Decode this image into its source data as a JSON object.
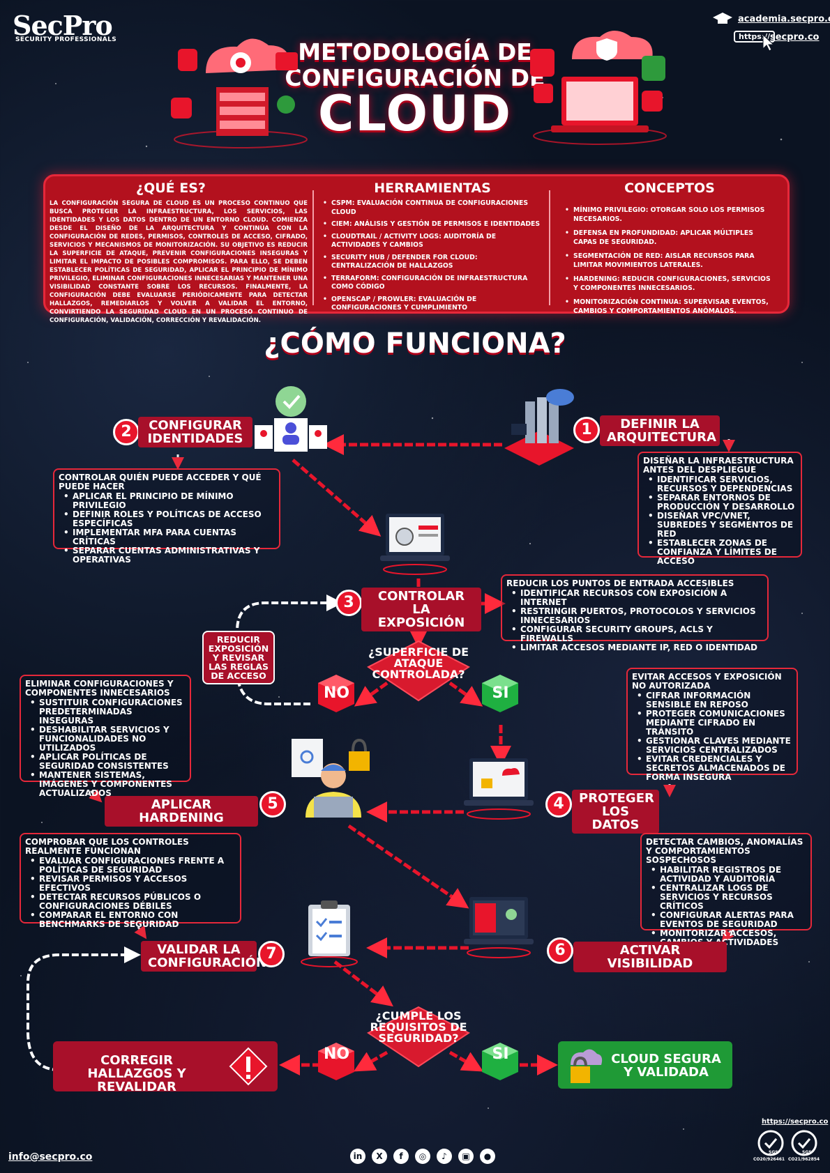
{
  "brand": {
    "logo": "SecPro",
    "tagline": "SECURITY PROFESSIONALS",
    "academy_url": "academia.secpro.co",
    "https_label": "https://",
    "site_url": "secpro.co"
  },
  "title": {
    "line1": "METODOLOGÍA DE",
    "line2": "CONFIGURACIÓN DE",
    "line3": "CLOUD"
  },
  "info": {
    "que_es": {
      "heading": "¿QUÉ ES?",
      "text": "LA CONFIGURACIÓN SEGURA DE CLOUD ES UN PROCESO CONTINUO QUE BUSCA PROTEGER LA INFRAESTRUCTURA, LOS SERVICIOS, LAS IDENTIDADES Y LOS DATOS DENTRO DE UN ENTORNO CLOUD. COMIENZA DESDE EL DISEÑO DE LA ARQUITECTURA Y CONTINÚA CON LA CONFIGURACIÓN DE REDES, PERMISOS, CONTROLES DE ACCESO, CIFRADO, SERVICIOS Y MECANISMOS DE MONITORIZACIÓN. SU OBJETIVO ES REDUCIR LA SUPERFICIE DE ATAQUE, PREVENIR CONFIGURACIONES INSEGURAS Y LIMITAR EL IMPACTO DE POSIBLES COMPROMISOS. PARA ELLO, SE DEBEN ESTABLECER POLÍTICAS DE SEGURIDAD, APLICAR EL PRINCIPIO DE MÍNIMO PRIVILEGIO, ELIMINAR CONFIGURACIONES INNECESARIAS Y MANTENER UNA VISIBILIDAD CONSTANTE SOBRE LOS RECURSOS. FINALMENTE, LA CONFIGURACIÓN DEBE EVALUARSE PERIÓDICAMENTE PARA DETECTAR HALLAZGOS, REMEDIARLOS Y VOLVER A VALIDAR EL ENTORNO, CONVIRTIENDO LA SEGURIDAD CLOUD EN UN PROCESO CONTINUO DE CONFIGURACIÓN, VALIDACIÓN, CORRECCIÓN Y REVALIDACIÓN."
    },
    "herramientas": {
      "heading": "HERRAMIENTAS",
      "items": [
        "CSPM: EVALUACIÓN CONTINUA DE CONFIGURACIONES CLOUD",
        "CIEM: ANÁLISIS Y GESTIÓN DE PERMISOS E IDENTIDADES",
        "CLOUDTRAIL / ACTIVITY LOGS: AUDITORÍA DE ACTIVIDADES Y CAMBIOS",
        "SECURITY HUB / DEFENDER FOR CLOUD: CENTRALIZACIÓN DE HALLAZGOS",
        "TERRAFORM: CONFIGURACIÓN DE INFRAESTRUCTURA COMO CÓDIGO",
        "OPENSCAP / PROWLER: EVALUACIÓN DE CONFIGURACIONES Y CUMPLIMIENTO"
      ]
    },
    "conceptos": {
      "heading": "CONCEPTOS",
      "items": [
        "MÍNIMO PRIVILEGIO: OTORGAR SOLO LOS PERMISOS NECESARIOS.",
        "DEFENSA EN PROFUNDIDAD: APLICAR MÚLTIPLES CAPAS DE SEGURIDAD.",
        "SEGMENTACIÓN DE RED: AISLAR RECURSOS PARA LIMITAR MOVIMIENTOS LATERALES.",
        "HARDENING: REDUCIR CONFIGURACIONES, SERVICIOS Y COMPONENTES INNECESARIOS.",
        "MONITORIZACIÓN CONTINUA: SUPERVISAR EVENTOS, CAMBIOS Y COMPORTAMIENTOS ANÓMALOS."
      ]
    }
  },
  "how_title": "¿CÓMO FUNCIONA?",
  "steps": {
    "s1": {
      "num": "1",
      "label": "DEFINIR LA ARQUITECTURA",
      "box_title": "DISEÑAR LA INFRAESTRUCTURA ANTES DEL DESPLIEGUE",
      "items": [
        "IDENTIFICAR SERVICIOS, RECURSOS Y DEPENDENCIAS",
        "SEPARAR ENTORNOS DE PRODUCCIÓN Y DESARROLLO",
        "DISEÑAR VPC/VNET, SUBREDES Y SEGMENTOS DE RED",
        "ESTABLECER ZONAS DE CONFIANZA Y LÍMITES DE ACCESO"
      ]
    },
    "s2": {
      "num": "2",
      "label": "CONFIGURAR IDENTIDADES",
      "box_title": "CONTROLAR QUIÉN PUEDE ACCEDER Y QUÉ PUEDE HACER",
      "items": [
        "APLICAR EL PRINCIPIO DE MÍNIMO PRIVILEGIO",
        "DEFINIR ROLES Y POLÍTICAS DE ACCESO ESPECÍFICAS",
        "IMPLEMENTAR MFA PARA CUENTAS CRÍTICAS",
        "SEPARAR CUENTAS ADMINISTRATIVAS Y OPERATIVAS"
      ]
    },
    "s3": {
      "num": "3",
      "label": "CONTROLAR LA EXPOSICIÓN",
      "box_title": "REDUCIR LOS PUNTOS DE ENTRADA ACCESIBLES",
      "items": [
        "IDENTIFICAR RECURSOS CON EXPOSICIÓN A INTERNET",
        "RESTRINGIR PUERTOS, PROTOCOLOS Y SERVICIOS INNECESARIOS",
        "CONFIGURAR SECURITY GROUPS, ACLS Y FIREWALLS",
        "LIMITAR ACCESOS MEDIANTE IP, RED O IDENTIDAD"
      ]
    },
    "s4": {
      "num": "4",
      "label": "PROTEGER LOS DATOS",
      "box_title": "EVITAR ACCESOS Y EXPOSICIÓN NO AUTORIZADA",
      "items": [
        "CIFRAR INFORMACIÓN SENSIBLE EN REPOSO",
        "PROTEGER COMUNICACIONES MEDIANTE CIFRADO EN TRÁNSITO",
        "GESTIONAR CLAVES MEDIANTE SERVICIOS CENTRALIZADOS",
        "EVITAR CREDENCIALES Y SECRETOS ALMACENADOS DE FORMA INSEGURA"
      ]
    },
    "s5": {
      "num": "5",
      "label": "APLICAR HARDENING",
      "box_title": "ELIMINAR CONFIGURACIONES Y COMPONENTES INNECESARIOS",
      "items": [
        "SUSTITUIR CONFIGURACIONES PREDETERMINADAS INSEGURAS",
        "DESHABILITAR SERVICIOS Y FUNCIONALIDADES NO UTILIZADOS",
        "APLICAR POLÍTICAS DE SEGURIDAD CONSISTENTES",
        "MANTENER SISTEMAS, IMÁGENES Y COMPONENTES ACTUALIZADOS"
      ]
    },
    "s6": {
      "num": "6",
      "label": "ACTIVAR VISIBILIDAD",
      "box_title": "DETECTAR CAMBIOS, ANOMALÍAS Y COMPORTAMIENTOS SOSPECHOSOS",
      "items": [
        "HABILITAR REGISTROS DE ACTIVIDAD Y AUDITORÍA",
        "CENTRALIZAR LOGS DE SERVICIOS Y RECURSOS CRÍTICOS",
        "CONFIGURAR ALERTAS PARA EVENTOS DE SEGURIDAD",
        "MONITORIZAR ACCESOS, CAMBIOS Y ACTIVIDADES ANÓMALAS"
      ]
    },
    "s7": {
      "num": "7",
      "label": "VALIDAR LA CONFIGURACIÓN",
      "box_title": "COMPROBAR QUE LOS CONTROLES REALMENTE FUNCIONAN",
      "items": [
        "EVALUAR CONFIGURACIONES FRENTE A POLÍTICAS DE SEGURIDAD",
        "REVISAR PERMISOS Y ACCESOS EFECTIVOS",
        "DETECTAR RECURSOS PÚBLICOS O CONFIGURACIONES DÉBILES",
        "COMPARAR EL ENTORNO CON BENCHMARKS DE SEGURIDAD"
      ]
    }
  },
  "decisions": {
    "d1": {
      "question": "¿SUPERFICIE DE ATAQUE CONTROLADA?",
      "no": "NO",
      "yes": "SI",
      "loop_label": "REDUCIR EXPOSICIÓN Y REVISAR LAS REGLAS DE ACCESO"
    },
    "d2": {
      "question": "¿CUMPLE LOS REQUISITOS DE SEGURIDAD?",
      "no": "NO",
      "yes": "SI"
    }
  },
  "outcomes": {
    "fix": "CORREGIR  HALLAZGOS Y REVALIDAR",
    "ok": "CLOUD SEGURA Y VALIDADA"
  },
  "footer": {
    "email": "info@secpro.co",
    "url": "https://secpro.co",
    "cert1": "CO20/926461",
    "cert2": "CO21/962854",
    "cert_label": "SGS"
  },
  "colors": {
    "accent": "#e8152b",
    "panel": "#b3111e",
    "step": "#a8102a",
    "ok": "#1f9a36",
    "bg": "#0b1322"
  },
  "socials": [
    "linkedin-icon",
    "x-icon",
    "facebook-icon",
    "instagram-icon",
    "tiktok-icon",
    "twitch-icon",
    "github-icon"
  ]
}
